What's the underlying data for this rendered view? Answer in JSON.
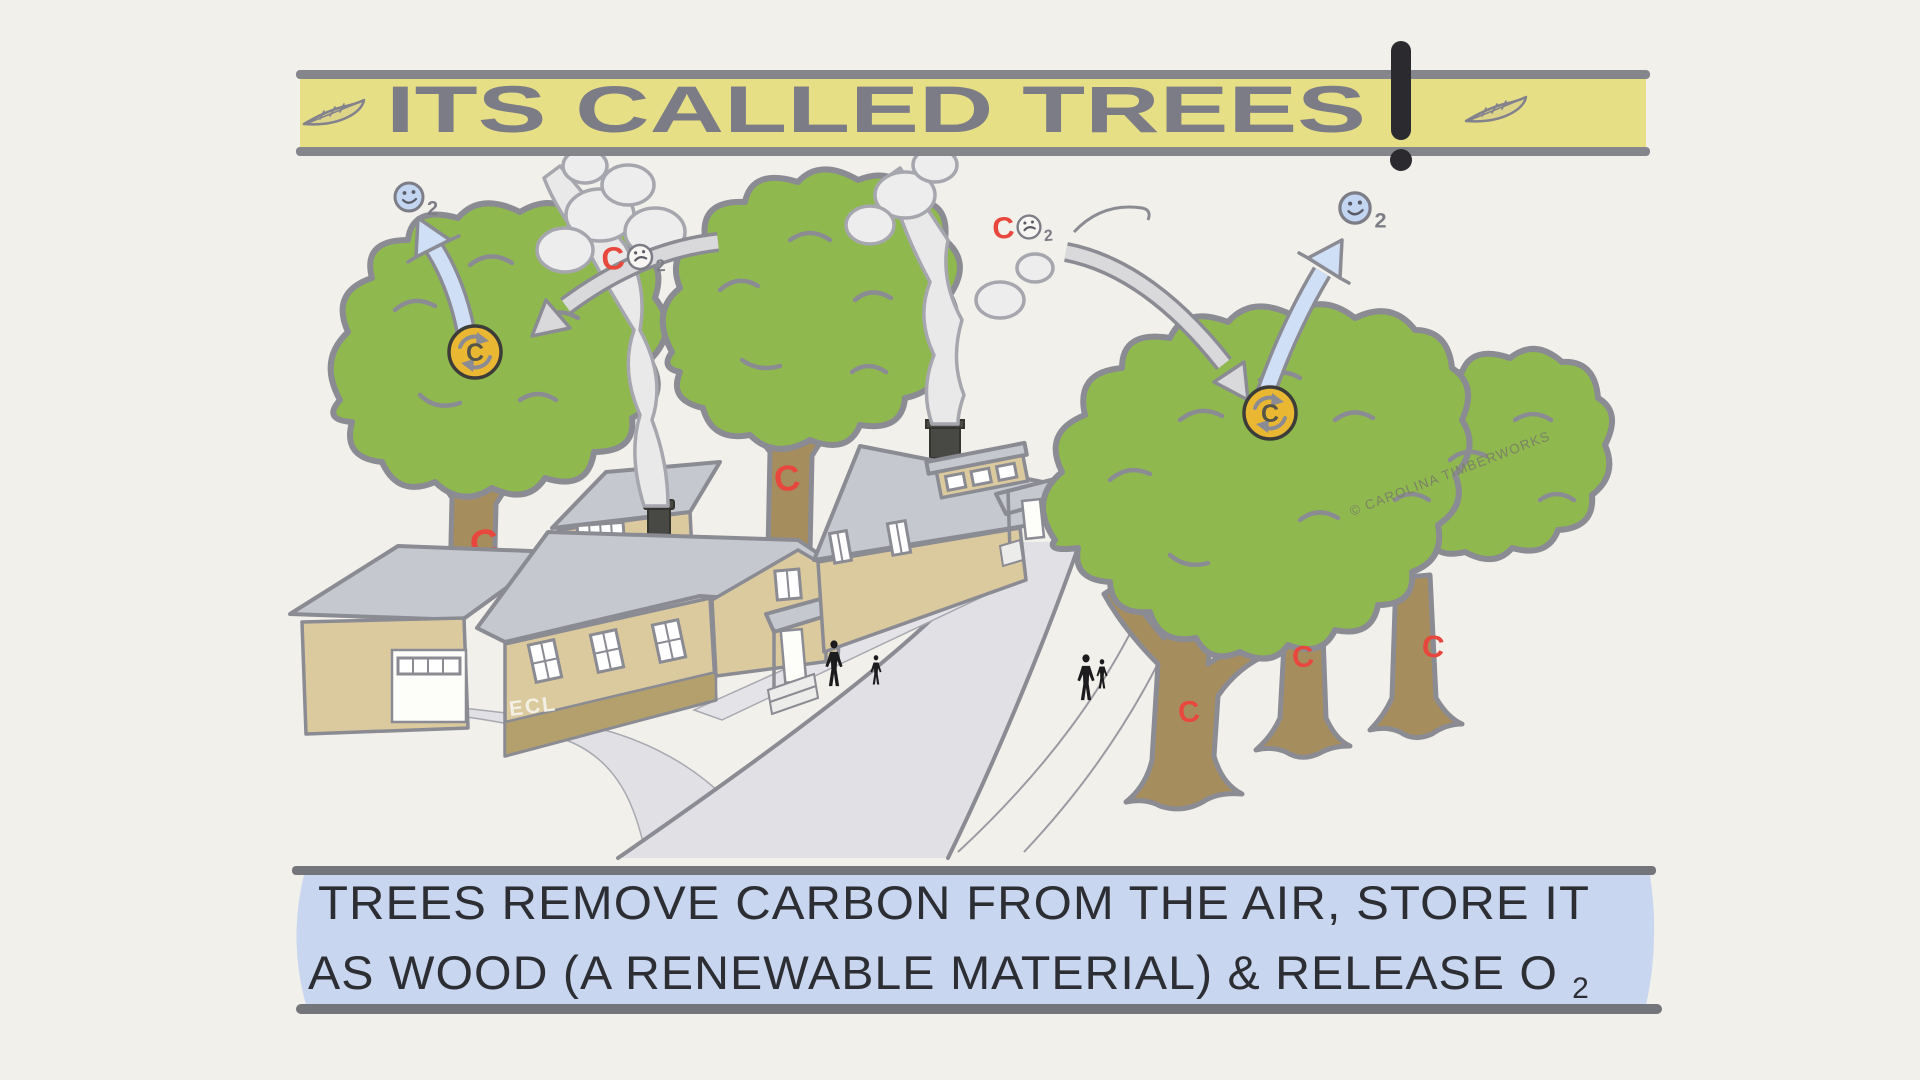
{
  "banner": {
    "title": "ITS CALLED TREES",
    "exclamation": "!",
    "fill_color": "#e7df86",
    "line_color": "#85858c",
    "text_color": "#7c7c86",
    "decorations": [
      "leaf-icon-left",
      "leaf-icon-right"
    ]
  },
  "caption": {
    "line1": "TREES REMOVE CARBON FROM THE AIR, STORE IT",
    "line2": "AS WOOD (A RENEWABLE MATERIAL) & RELEASE O",
    "line2_subscript": "2",
    "fill_color": "#c8d6ef",
    "text_color": "#2d2e34"
  },
  "labels": {
    "carbon": "C",
    "subscript_two": "2",
    "co2_face": "frowny-face",
    "o2_face": "smiley-face"
  },
  "markings": {
    "trunk_letter": "C",
    "coin_letter": "C",
    "house_label": "ECL"
  },
  "watermark": "© CAROLINA TIMBERWORKS",
  "palette": {
    "background": "#f2f0ea",
    "canopy_green": "#8fb94e",
    "trunk_brown": "#a68d5e",
    "ink_gray": "#8b8b93",
    "carbon_red": "#e8473d",
    "coin_yellow": "#eab733",
    "arrow_blue": "#cfdff6",
    "arrow_gray": "#d9d9dc",
    "house_tan": "#dcca9f",
    "roof_gray": "#c6c8d0",
    "road_gray": "#e0e0e5",
    "people_black": "#1c1c1e"
  }
}
